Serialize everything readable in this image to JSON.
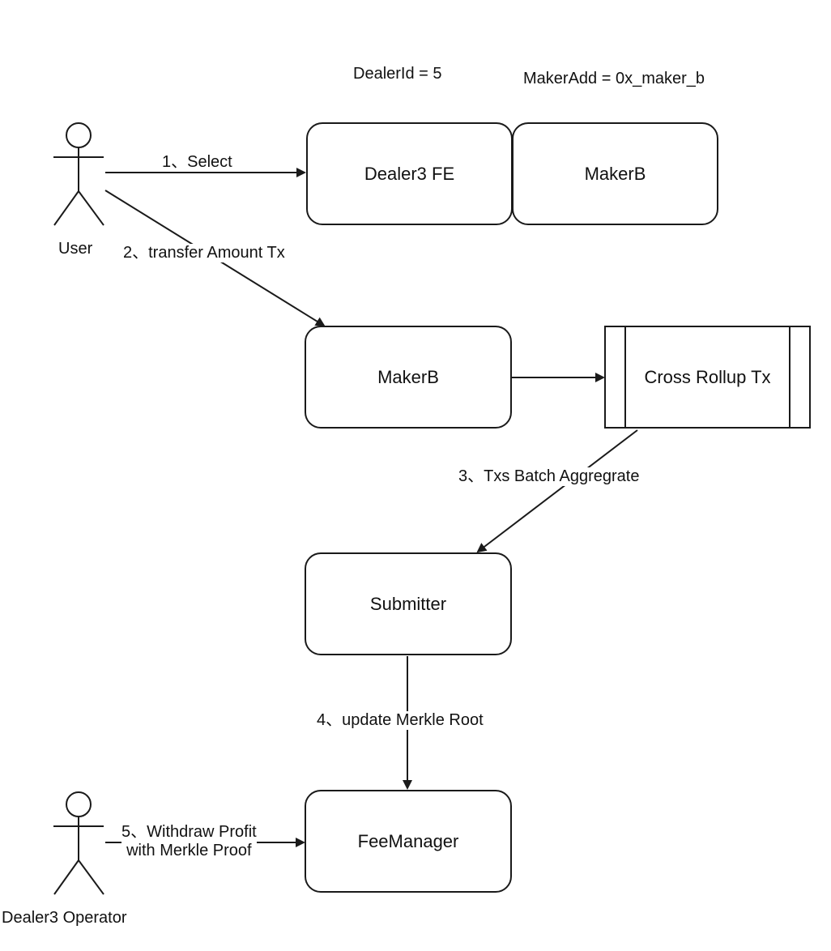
{
  "annotations": {
    "dealer_id": "DealerId = 5",
    "maker_add": "MakerAdd = 0x_maker_b"
  },
  "actors": {
    "user": "User",
    "operator": "Dealer3 Operator"
  },
  "nodes": {
    "dealer3_fe": "Dealer3 FE",
    "makerb_top": "MakerB",
    "makerb": "MakerB",
    "cross_rollup_tx": "Cross Rollup Tx",
    "submitter": "Submitter",
    "fee_manager": "FeeManager"
  },
  "edges": {
    "select": "1、Select",
    "transfer": "2、transfer Amount Tx",
    "batch": "3、Txs Batch Aggregrate",
    "merkle_root": "4、update Merkle Root",
    "withdraw_line1": "5、Withdraw Profit",
    "withdraw_line2": "with Merkle Proof"
  },
  "colors": {
    "stroke": "#1a1a1a",
    "background": "#ffffff",
    "text": "#111111"
  }
}
